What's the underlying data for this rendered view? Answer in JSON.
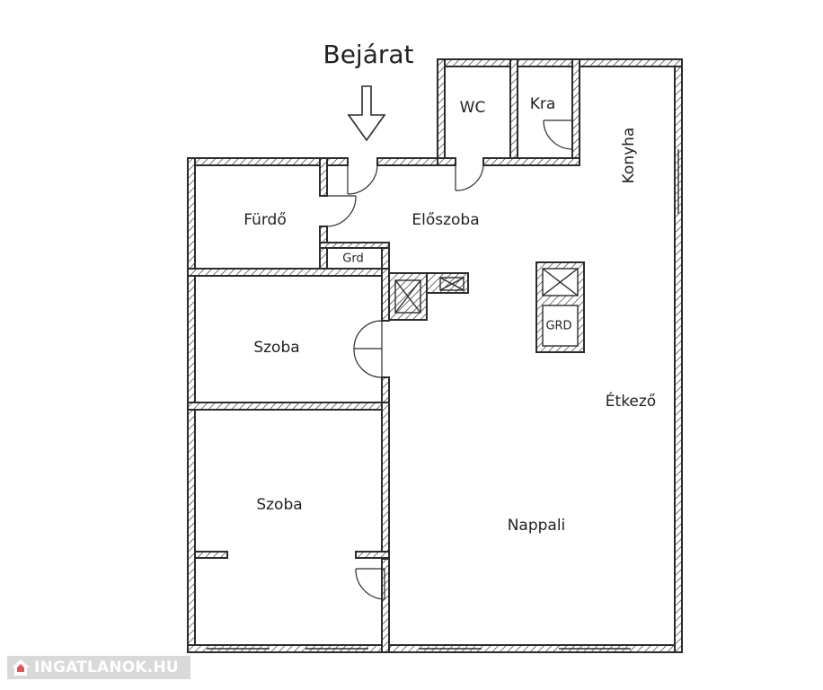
{
  "floor_plan": {
    "entrance": "Bejárat",
    "rooms": {
      "wc": "WC",
      "kamra": "Kra",
      "konyha": "Konyha",
      "furdo": "Fürdő",
      "eloszoba": "Előszoba",
      "gardrob_small": "Grd",
      "gardrob_large": "GRD",
      "szoba_1": "Szoba",
      "szoba_2": "Szoba",
      "etkezo": "Étkező",
      "nappali": "Nappali"
    }
  },
  "watermark": {
    "text": "INGATLANOK.HU",
    "color": "#d9d9d9"
  }
}
